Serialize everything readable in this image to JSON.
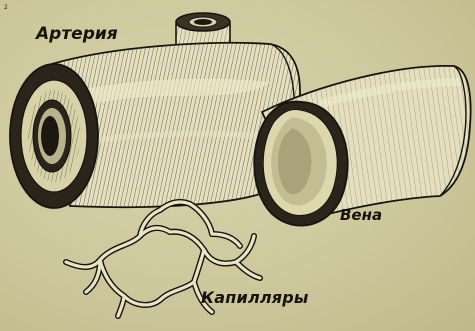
{
  "labels": {
    "artery": "Артерия",
    "vein": "Вена",
    "capillaries": "Капилляры",
    "corner_mark": "2"
  },
  "colors": {
    "paper": "#cbc59a",
    "ink": "#161410",
    "vessel_fill": "#e4dfbd",
    "wall_dark": "#2a251b"
  }
}
